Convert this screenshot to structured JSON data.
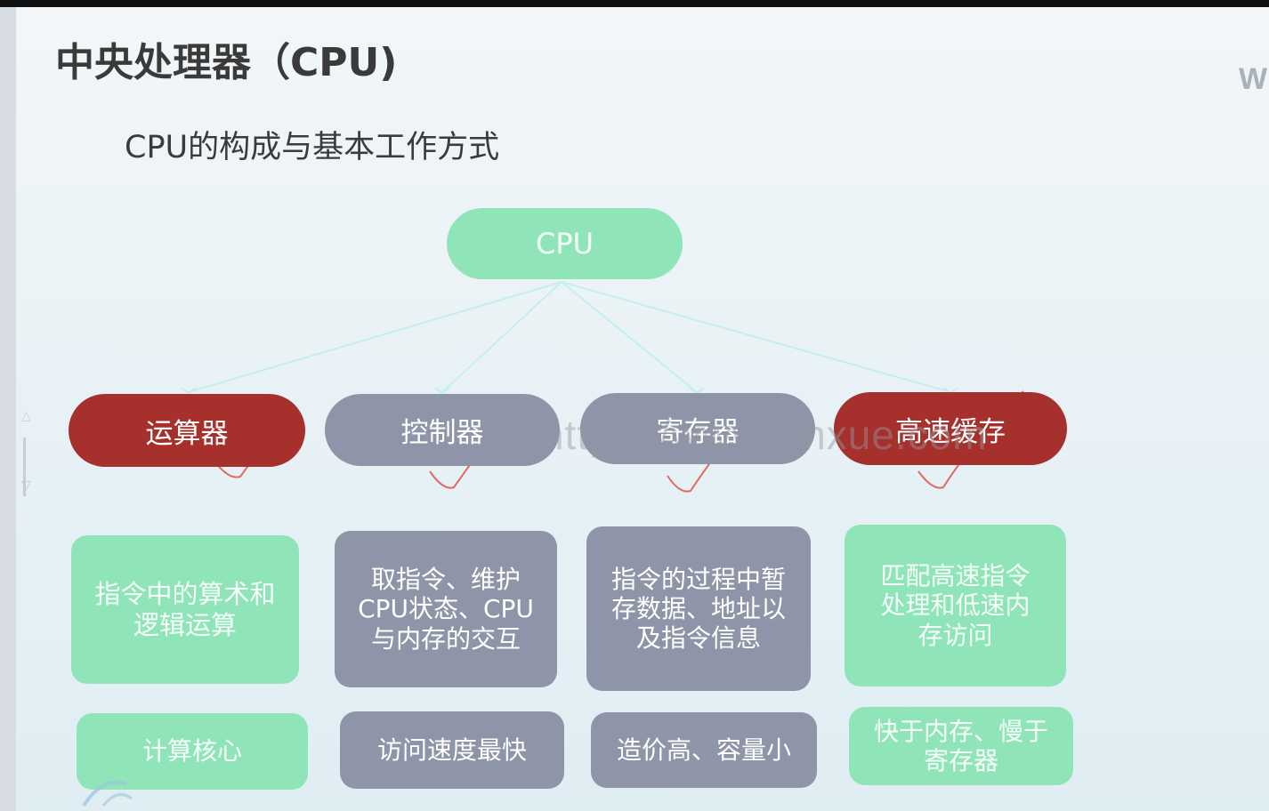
{
  "slide": {
    "title": "中央处理器（CPU)",
    "subtitle": "CPU的构成与基本工作方式",
    "corner_text": "W"
  },
  "diagram": {
    "root": "CPU",
    "components": [
      {
        "label": "运算器",
        "color": "#a6302b",
        "description": "指令中的算术和逻辑运算",
        "description_color": "#8fe5b7",
        "feature": "计算核心",
        "feature_color": "#8fe5b7"
      },
      {
        "label": "控制器",
        "color": "#8f95a8",
        "description": "取指令、维护CPU状态、CPU与内存的交互",
        "description_color": "#8f95a8",
        "feature": "访问速度最快",
        "feature_color": "#8f95a8"
      },
      {
        "label": "寄存器",
        "color": "#8f95a8",
        "description": "指令的过程中暂存数据、地址以及指令信息",
        "description_color": "#8f95a8",
        "feature": "造价高、容量小",
        "feature_color": "#8f95a8"
      },
      {
        "label": "高速缓存",
        "color": "#a6302b",
        "description": "匹配高速指令处理和低速内存访问",
        "description_color": "#8fe5b7",
        "feature": "快于内存、慢于寄存器",
        "feature_color": "#8fe5b7"
      }
    ]
  },
  "watermark": "https://www.whxue.com",
  "colors": {
    "root_pill": "#8fe5b7",
    "connector": "#c6f2ee",
    "check_mark": "#e0473c"
  }
}
